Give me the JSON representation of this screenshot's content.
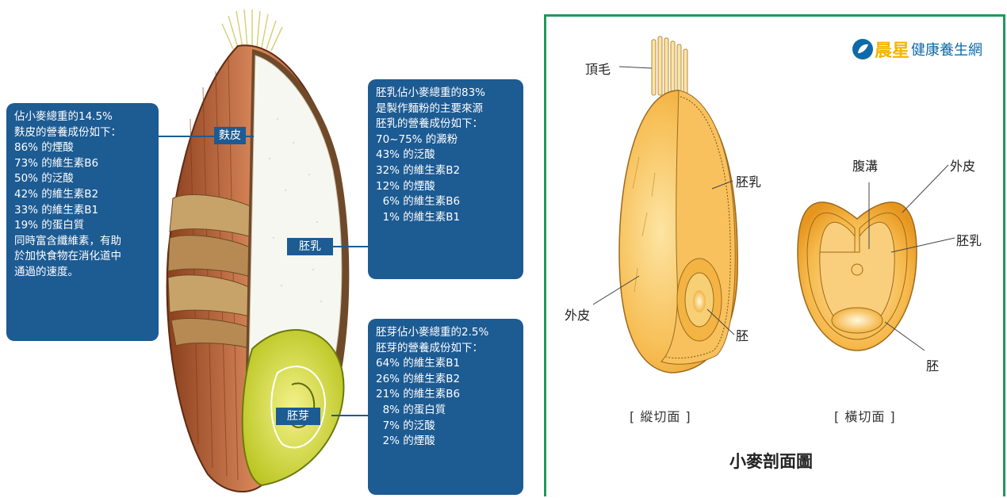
{
  "left_diagram": {
    "tags": {
      "bran": "麩皮",
      "endosperm": "胚乳",
      "germ": "胚芽"
    },
    "bran_box": [
      "佔小麥總重的14.5%",
      "麩皮的營養成份如下：",
      "86% 的煙酸",
      "73% 的維生素B6",
      "50% 的泛酸",
      "42% 的維生素B2",
      "33% 的維生素B1",
      "19% 的蛋白質",
      "同時富含纖維素，有助",
      "於加快食物在消化道中",
      "通過的速度。"
    ],
    "endosperm_box": [
      "胚乳佔小麥總重的83%",
      "是製作麵粉的主要來源",
      "胚乳的營養成份如下：",
      "70~75% 的澱粉",
      "43% 的泛酸",
      "32% 的維生素B2",
      "12% 的煙酸",
      "  6% 的維生素B6",
      "  1% 的維生素B1"
    ],
    "germ_box": [
      "胚芽佔小麥總重的2.5%",
      "胚芽的營養成份如下：",
      "64% 的維生素B1",
      "26% 的維生素B2",
      "21% 的維生素B6",
      "  8% 的蛋白質",
      "  7% 的泛酸",
      "  2% 的煙酸"
    ]
  },
  "right_diagram": {
    "brand_highlight": "晨星",
    "brand_rest": "健康養生網",
    "labels": {
      "hair": "頂毛",
      "endosperm_long": "胚乳",
      "outer_skin_long": "外皮",
      "embryo_long": "胚",
      "crease": "腹溝",
      "outer_skin_cross": "外皮",
      "endosperm_cross": "胚乳",
      "embryo_cross": "胚"
    },
    "caption_longitudinal": "[ 縱切面 ]",
    "caption_cross": "[ 橫切面 ]",
    "title": "小麥剖面圖"
  },
  "colors": {
    "box_blue": "#1d5b93",
    "frame_green": "#1f9a5a",
    "grain_orange": "#f2a93b"
  }
}
